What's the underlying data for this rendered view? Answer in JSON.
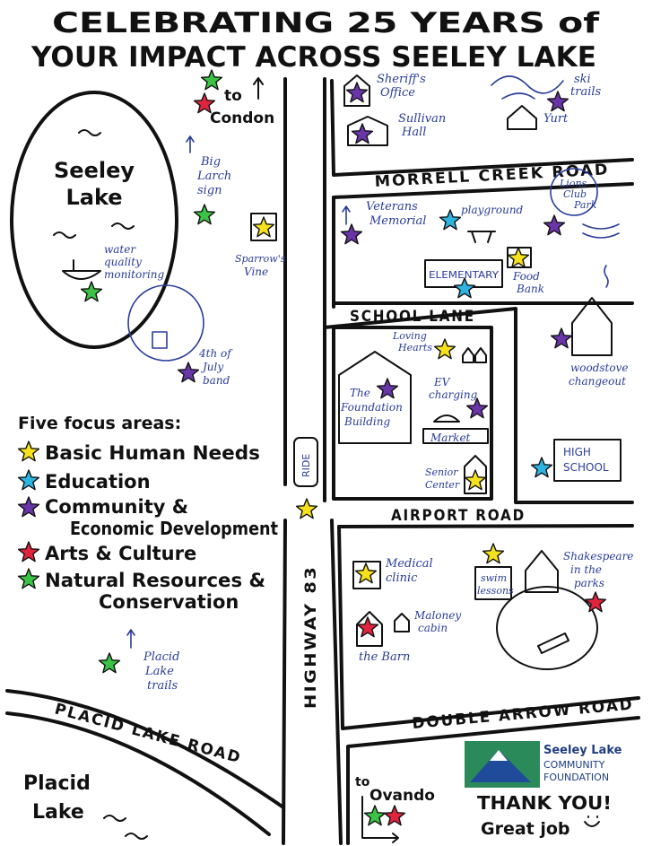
{
  "title": {
    "line1": "CELEBRATING 25 YEARS of",
    "line2": "YOUR IMPACT ACROSS SEELEY LAKE"
  },
  "colors": {
    "basic_human_needs": "#f5e11c",
    "education": "#2fb3e0",
    "community_economic": "#6a35a8",
    "arts_culture": "#e0243e",
    "natural_resources": "#3cc244",
    "ink": "#111111",
    "note_ink": "#2a3d9a"
  },
  "lake": {
    "name": "Seeley Lake",
    "line1": "Seeley",
    "line2": "Lake"
  },
  "placid": {
    "line1": "Placid",
    "line2": "Lake"
  },
  "roads": {
    "highway": "HIGHWAY 83",
    "morrell": "MORRELL CREEK ROAD",
    "school": "SCHOOL LANE",
    "airport": "AIRPORT ROAD",
    "double_arrow": "DOUBLE ARROW ROAD",
    "placid": "PLACID LAKE ROAD"
  },
  "directions": {
    "condon_to": "to",
    "condon": "Condon",
    "ovando_to": "to",
    "ovando": "Ovando"
  },
  "places": {
    "sheriff": [
      "Sheriff's",
      "Office"
    ],
    "sullivan": [
      "Sullivan",
      "Hall"
    ],
    "ski": [
      "ski",
      "trails"
    ],
    "yurt": "Yurt",
    "big_larch": [
      "Big",
      "Larch",
      "sign"
    ],
    "water": [
      "water",
      "quality",
      "monitoring"
    ],
    "sparrows": [
      "Sparrow's",
      "Vine"
    ],
    "veterans": [
      "Veterans",
      "Memorial"
    ],
    "playground": "playground",
    "lions": [
      "Lions",
      "Club",
      "Park"
    ],
    "elementary": "ELEMENTARY",
    "food": [
      "Food",
      "Bank"
    ],
    "july": [
      "4th of",
      "July",
      "band"
    ],
    "loving": [
      "Loving",
      "Hearts"
    ],
    "foundation": [
      "The",
      "Foundation",
      "Building"
    ],
    "ev": [
      "EV",
      "charging"
    ],
    "market": "Market",
    "woodstove": [
      "woodstove",
      "changeout"
    ],
    "senior": [
      "Senior",
      "Center"
    ],
    "high": [
      "HIGH",
      "SCHOOL"
    ],
    "ride": "RIDE",
    "medical": [
      "Medical",
      "clinic"
    ],
    "swim": [
      "swim",
      "lessons"
    ],
    "shakespeare": [
      "Shakespeare",
      "in the",
      "parks"
    ],
    "maloney": [
      "Maloney",
      "cabin"
    ],
    "barn": "the Barn",
    "placid_trails": [
      "Placid",
      "Lake",
      "trails"
    ]
  },
  "legend": {
    "heading": "Five focus areas:",
    "items": [
      {
        "label": "Basic Human Needs",
        "color": "#f5e11c"
      },
      {
        "label": "Education",
        "color": "#2fb3e0"
      },
      {
        "label": "Community &",
        "color": "#6a35a8"
      },
      {
        "label": "Economic Development",
        "color": ""
      },
      {
        "label": "Arts & Culture",
        "color": "#e0243e"
      },
      {
        "label": "Natural Resources &",
        "color": "#3cc244"
      },
      {
        "label": "Conservation",
        "color": ""
      }
    ]
  },
  "logo": {
    "line1": "Seeley Lake",
    "line2": "COMMUNITY",
    "line3": "FOUNDATION"
  },
  "thanks": {
    "line1": "THANK YOU!",
    "line2": "Great job"
  }
}
